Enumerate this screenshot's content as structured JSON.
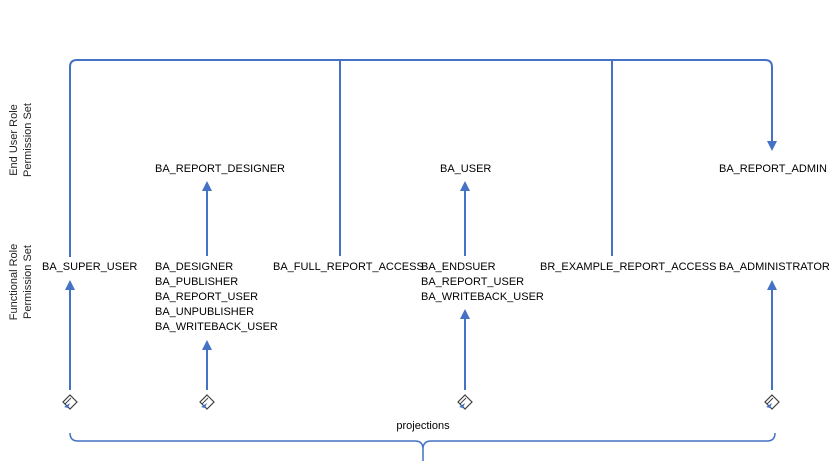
{
  "accent_color": "#4472C4",
  "section_labels": {
    "end_user": "End User Role\nPermission Set",
    "functional": "Functional Role\nPermission Set"
  },
  "end_user_roles": {
    "report_designer": "BA_REPORT_DESIGNER",
    "user": "BA_USER",
    "report_admin": "BA_REPORT_ADMIN"
  },
  "functional_roles": {
    "super_user": "BA_SUPER_USER",
    "designer_group": "BA_DESIGNER\nBA_PUBLISHER\nBA_REPORT_USER\nBA_UNPUBLISHER\nBA_WRITEBACK_USER",
    "full_report_access": "BA_FULL_REPORT_ACCESS",
    "end_user_group": "BA_ENDSUER\nBA_REPORT_USER\nBA_WRITEBACK_USER",
    "example_report_access": "BR_EXAMPLE_REPORT_ACCESS",
    "administrator": "BA_ADMINISTRATOR"
  },
  "footer": {
    "projections_label": "projections"
  }
}
